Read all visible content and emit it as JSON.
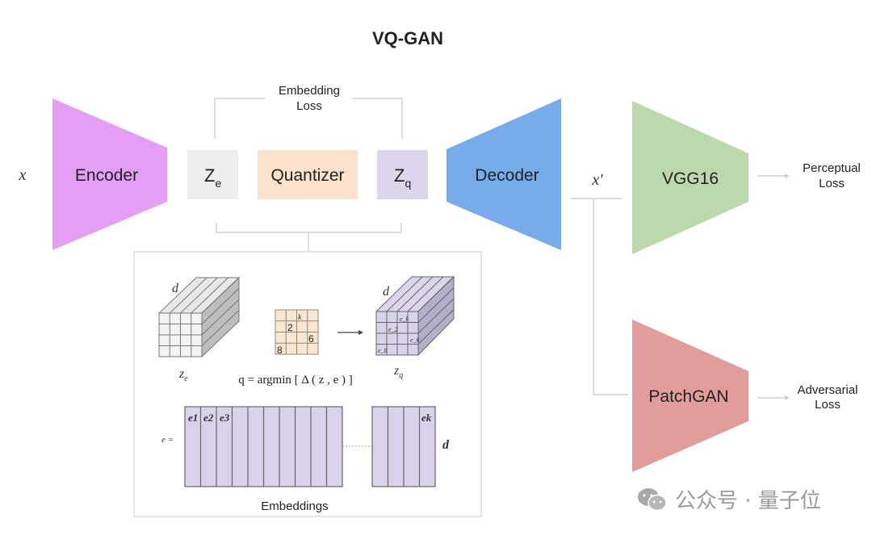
{
  "title": "VQ-GAN",
  "input_label": "x",
  "output_label": "x'",
  "blocks": {
    "encoder": {
      "label": "Encoder",
      "color": "#e49ff4"
    },
    "ze": {
      "label": "Z",
      "sub": "e",
      "color": "#eeeeee"
    },
    "quantizer": {
      "label": "Quantizer",
      "color": "#f9e3cc"
    },
    "zq": {
      "label": "Z",
      "sub": "q",
      "color": "#dcd5ec"
    },
    "decoder": {
      "label": "Decoder",
      "color": "#78abea"
    },
    "vgg": {
      "label": "VGG16",
      "color": "#bcd8ad"
    },
    "patchgan": {
      "label": "PatchGAN",
      "color": "#e39c9c"
    }
  },
  "losses": {
    "embedding": [
      "Embedding",
      "Loss"
    ],
    "perceptual": [
      "Perceptual",
      "Loss"
    ],
    "adversarial": [
      "Adversarial",
      "Loss"
    ]
  },
  "detail": {
    "cube_left_dim": "d",
    "cube_left_label": "z",
    "cube_left_sub": "e",
    "grid_values": {
      "k": "k",
      "two": "2",
      "six": "6",
      "eight": "8"
    },
    "cube_right_dim": "d",
    "cube_right_label": "z",
    "cube_right_sub": "q",
    "cube_right_cells": [
      "e_k",
      "e_2",
      "e_6",
      "e_8"
    ],
    "formula": "q = argmin [ Δ ( z  , e ) ]",
    "formula_sub": "e",
    "emb_prefix": "e =",
    "emb_cells": [
      "e1",
      "e2",
      "e3",
      "ek"
    ],
    "emb_dim": "d",
    "emb_caption": "Embeddings"
  },
  "watermark": "公众号 · 量子位"
}
